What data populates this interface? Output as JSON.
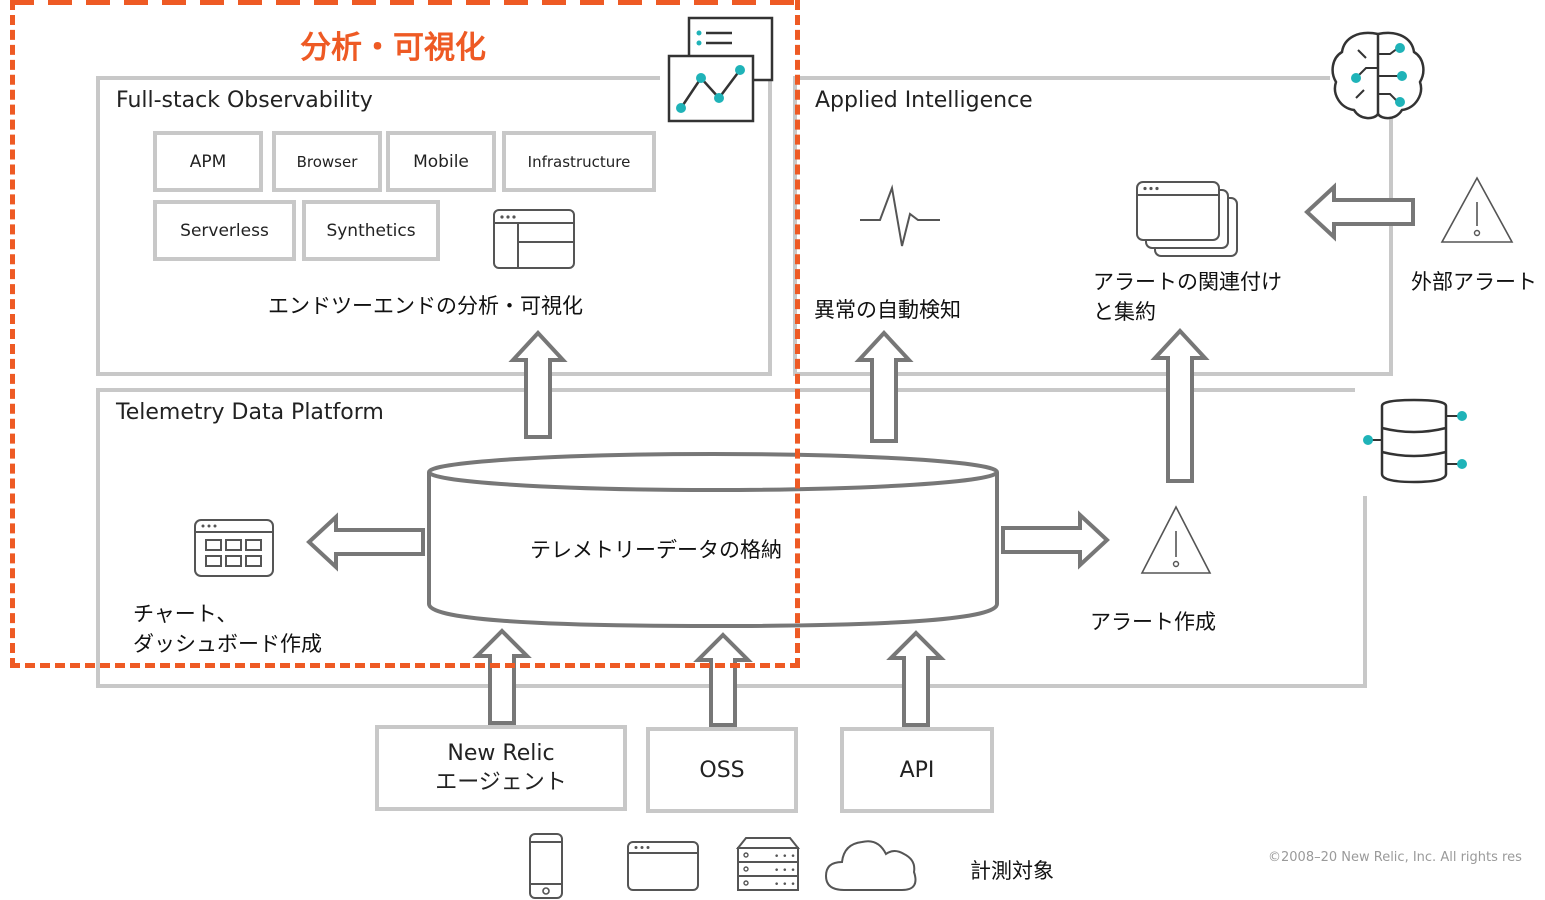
{
  "highlight": {
    "title": "分析・可視化"
  },
  "panels": {
    "observability": {
      "title": "Full-stack Observability",
      "products": [
        "APM",
        "Browser",
        "Mobile",
        "Infrastructure",
        "Serverless",
        "Synthetics"
      ],
      "caption": "エンドツーエンドの分析・可視化"
    },
    "intelligence": {
      "title": "Applied Intelligence",
      "anomaly": "異常の自動検知",
      "correlation_line1": "アラートの関連付け",
      "correlation_line2": "と集約",
      "external": "外部アラート"
    },
    "telemetry": {
      "title": "Telemetry Data Platform",
      "storage": "テレメトリーデータの格納",
      "dashboard_line1": "チャート、",
      "dashboard_line2": "ダッシュボード作成",
      "alert": "アラート作成"
    }
  },
  "sources": {
    "newrelic_line1": "New Relic",
    "newrelic_line2": "エージェント",
    "oss": "OSS",
    "api": "API"
  },
  "targets": {
    "label": "計測対象"
  },
  "footer": {
    "copyright": "©2008–20 New Relic, Inc. All rights res"
  },
  "colors": {
    "accent": "#ee5a24",
    "frame": "#c8c8c8",
    "arrow": "#777777",
    "teal": "#1fb3b8",
    "icon": "#555555"
  },
  "icons": [
    "chart-window-icon",
    "brain-network-icon",
    "browser-window-icon",
    "pulse-icon",
    "stacked-windows-icon",
    "warning-icon",
    "database-icon",
    "dashboard-grid-icon",
    "mobile-phone-icon",
    "server-rack-icon",
    "cloud-icon"
  ]
}
